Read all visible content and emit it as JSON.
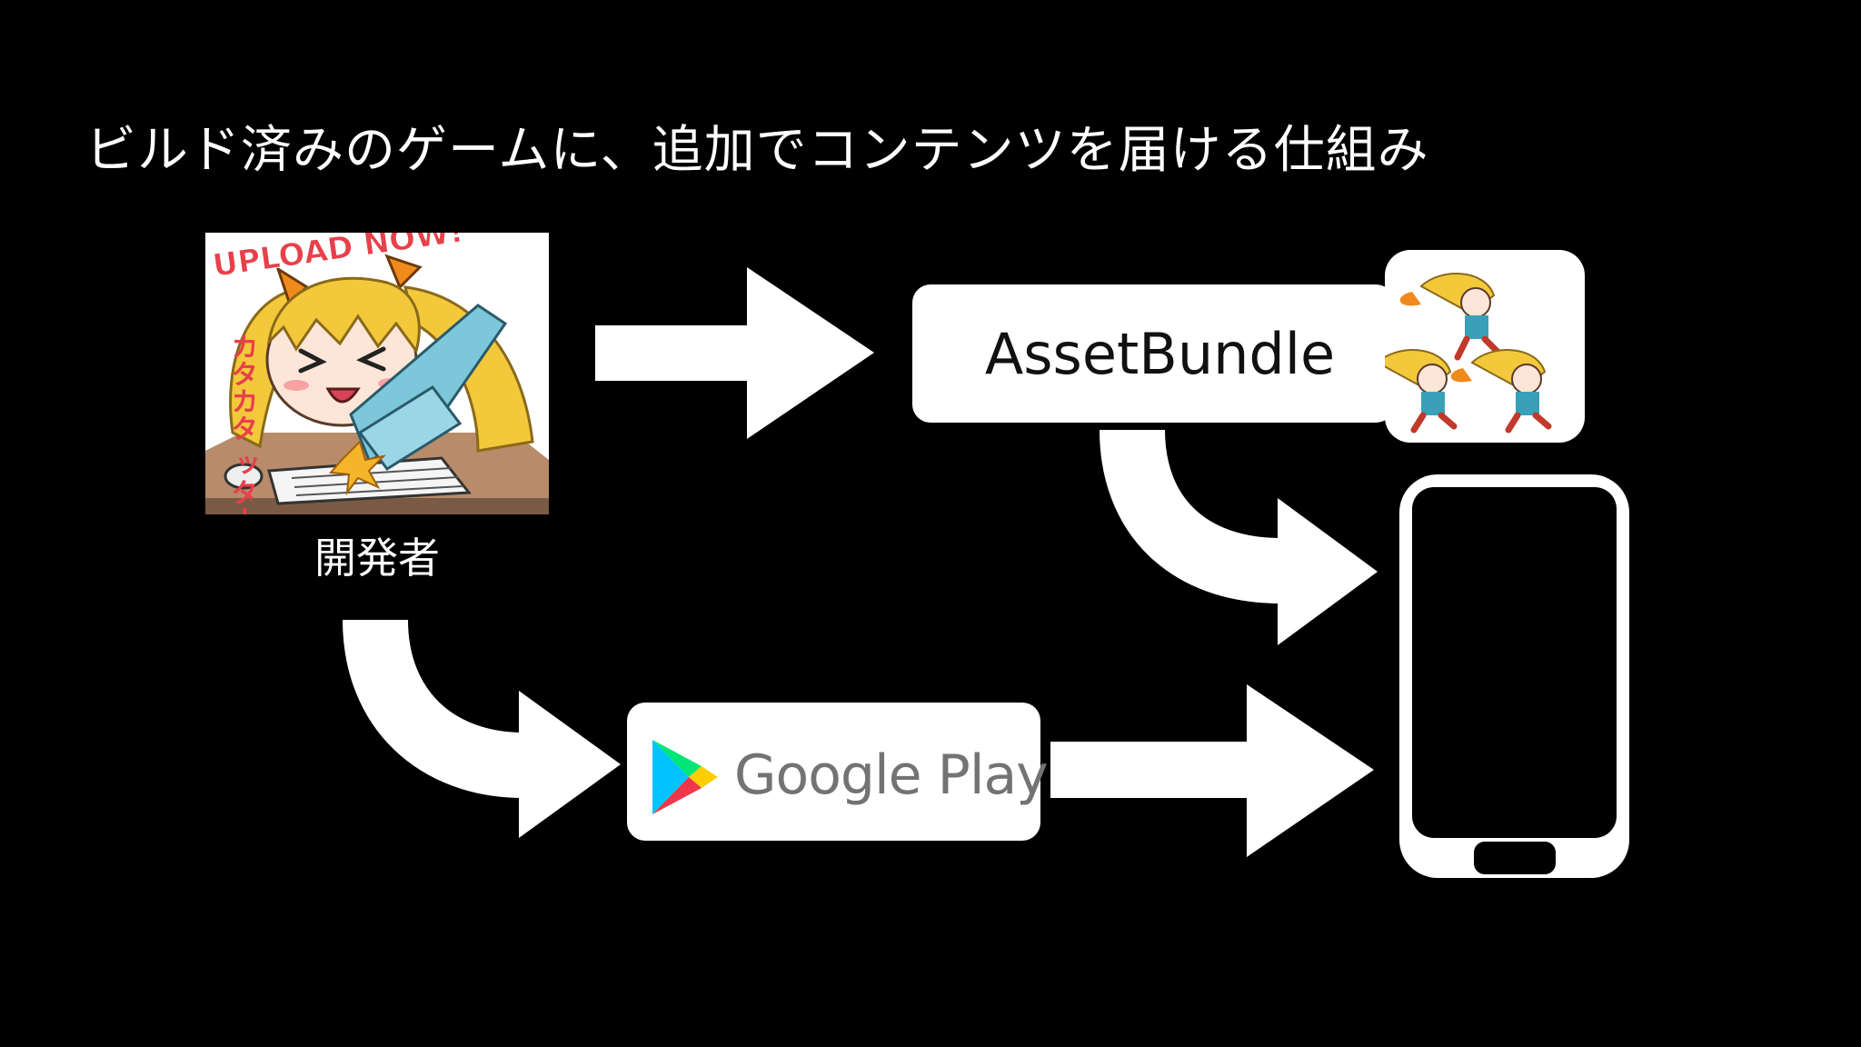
{
  "slide": {
    "title": "ビルド済みのゲームに、追加でコンテンツを届ける仕組み"
  },
  "developer": {
    "label": "開発者",
    "illustration_icon": "developer-illustration",
    "sticker_text": "UPLOAD NOW!",
    "sfx_text": "カタカタ ッターン"
  },
  "asset_bundle": {
    "label": "AssetBundle",
    "sprite_icon": "character-sprites-icon"
  },
  "google_play": {
    "label": "Google Play",
    "logo_icon": "google-play-logo-icon",
    "logo_colors": [
      "#00c3ff",
      "#00e676",
      "#ffce00",
      "#f0364a"
    ]
  },
  "device": {
    "icon": "smartphone-icon"
  },
  "colors": {
    "background": "#000000",
    "foreground": "#ffffff"
  }
}
